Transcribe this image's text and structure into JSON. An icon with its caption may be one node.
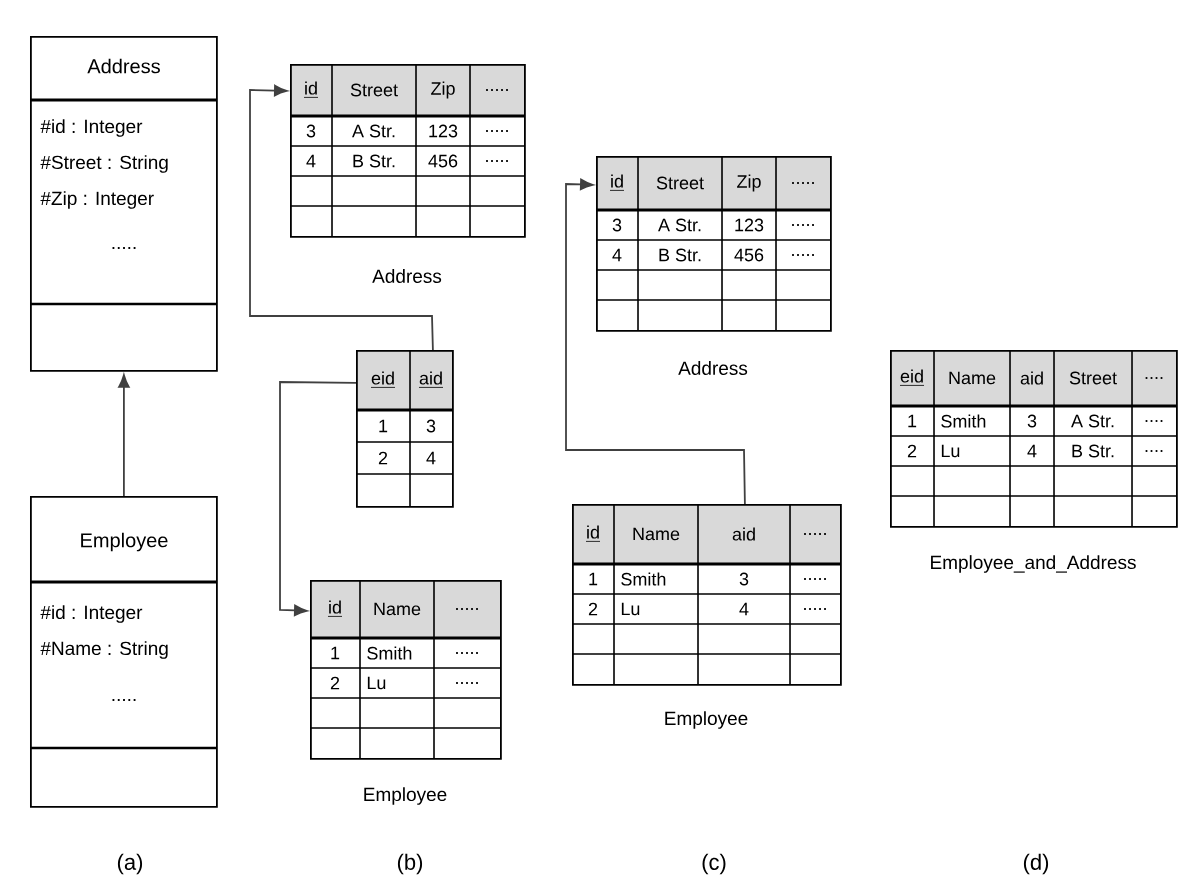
{
  "diagram": {
    "nodes": [
      {
        "text": [
          "Address",
          "#id : Integer",
          "#Street : String",
          "#Zip : Integer",
          "....."
        ]
      },
      {
        "text": [
          "Employee",
          "#id : Integer",
          "#Name : String",
          "....."
        ]
      },
      {
        "text": [
          "id",
          "Street",
          "Zip",
          ".....",
          "3",
          "A Str.",
          "123",
          ".....",
          "4",
          "B Str.",
          "456",
          "....."
        ],
        "beside": [
          "Address"
        ]
      },
      {
        "text": [
          "eid",
          "aid",
          "1",
          "3",
          "2",
          "4"
        ]
      },
      {
        "text": [
          "id",
          "Name",
          ".....",
          "1",
          "Smith",
          ".....",
          "2",
          "Lu",
          "....."
        ],
        "beside": [
          "Employee"
        ]
      },
      {
        "text": [
          "id",
          "Street",
          "Zip",
          ".....",
          "3",
          "A Str.",
          "123",
          ".....",
          "4",
          "B Str.",
          "456",
          "....."
        ],
        "beside": [
          "Address"
        ]
      },
      {
        "text": [
          "id",
          "Name",
          "aid",
          ".....",
          "1",
          "Smith",
          "3",
          ".....",
          "2",
          "Lu",
          "4",
          "....."
        ],
        "beside": [
          "Employee"
        ]
      },
      {
        "text": [
          "eid",
          "Name",
          "aid",
          "Street",
          "....",
          "1",
          "Smith",
          "3",
          "A Str.",
          "....",
          "2",
          "Lu",
          "4",
          "B Str.",
          "...."
        ],
        "beside": [
          "Employee_and_Address"
        ]
      }
    ],
    "edges": [
      {
        "from": 1,
        "to": 0,
        "arrow": "to"
      },
      {
        "from": 3,
        "to": 2,
        "arrow": "to"
      },
      {
        "from": 3,
        "to": 4,
        "arrow": "to"
      },
      {
        "from": 6,
        "to": 5,
        "arrow": "to"
      }
    ],
    "labels": [
      "(a)",
      "(b)",
      "(c)",
      "(d)"
    ]
  }
}
